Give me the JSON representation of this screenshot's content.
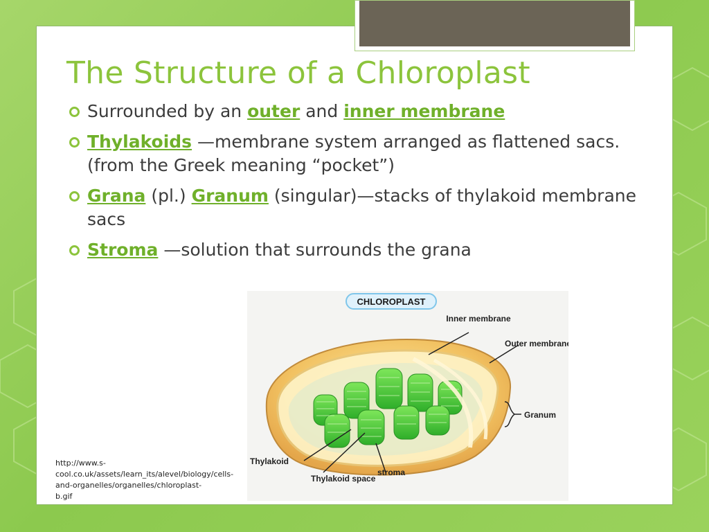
{
  "title": "The Structure of a Chloroplast",
  "bullets": [
    {
      "text_before": "Surrounded by an",
      "term1": "outer",
      "text_middle": "and",
      "term2": "inner membrane",
      "text_after": ""
    },
    {
      "term1": "Thylakoids",
      "text_after": "—membrane system arranged as flattened sacs. (from the Greek meaning “pocket”)"
    },
    {
      "term1": "Grana",
      "text_middle": "(pl.)",
      "term2": "Granum",
      "text_after": "(singular)—stacks of thylakoid membrane sacs"
    },
    {
      "term1": "Stroma",
      "text_after": "—solution that surrounds the grana"
    }
  ],
  "diagram": {
    "title": "CHLOROPLAST",
    "labels": {
      "inner_membrane": "Inner membrane",
      "outer_membrane": "Outer membrane",
      "granum": "Granum",
      "thylakoid": "Thylakoid",
      "thylakoid_space": "Thylakoid space",
      "stroma": "stroma"
    }
  },
  "source_caption": "http://www.s-cool.co.uk/assets/learn_its/alevel/biology/cells-and-organelles/organelles/chloroplast-b.gif",
  "colors": {
    "accent": "#8cc43c",
    "term": "#6fb02a",
    "background": "#9ad25c",
    "tab": "#6b6456"
  }
}
